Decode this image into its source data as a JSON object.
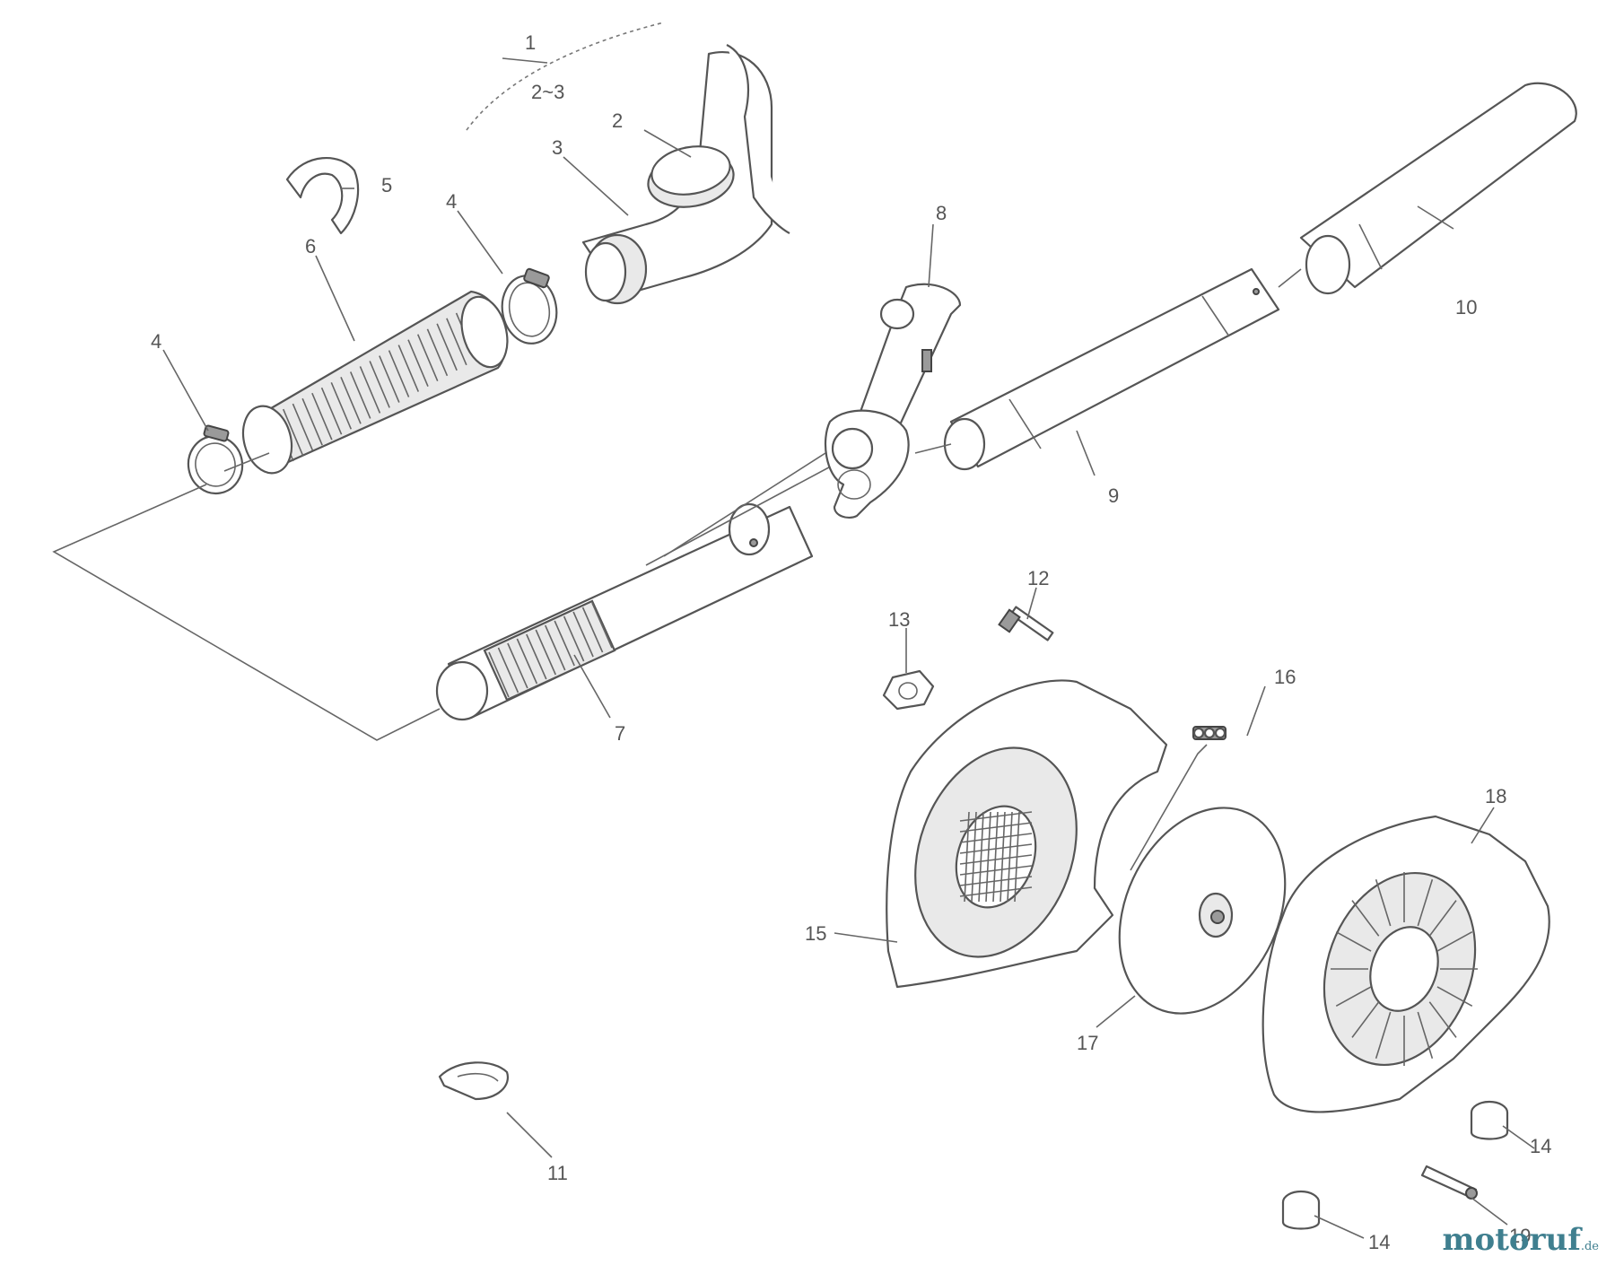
{
  "callouts": {
    "c1": "1",
    "c23": "2~3",
    "c2": "2",
    "c3": "3",
    "c4a": "4",
    "c4b": "4",
    "c5": "5",
    "c6": "6",
    "c7": "7",
    "c8": "8",
    "c9": "9",
    "c10": "10",
    "c11": "11",
    "c12": "12",
    "c13": "13",
    "c14a": "14",
    "c14b": "14",
    "c15": "15",
    "c16": "16",
    "c17": "17",
    "c18": "18",
    "c19": "19"
  },
  "watermark": {
    "brand_main": "motoruf",
    "brand_sub": ".de"
  }
}
